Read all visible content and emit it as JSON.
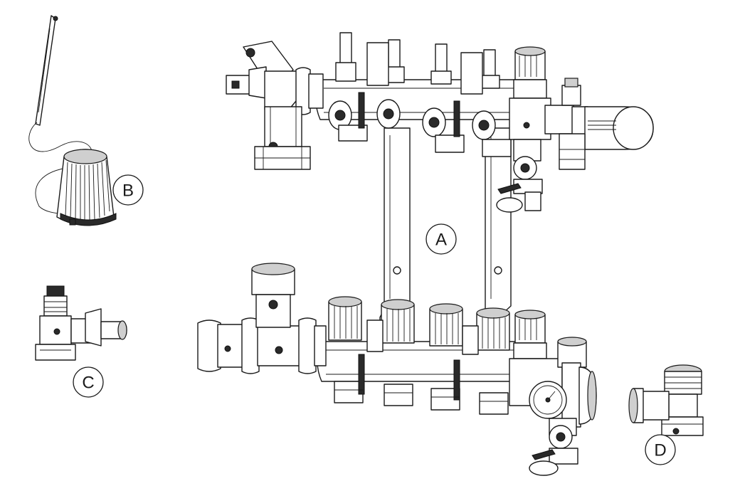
{
  "callouts": {
    "A": "A",
    "B": "B",
    "C": "C",
    "D": "D"
  },
  "colors": {
    "line": "#1a1a1a",
    "fill": "#ffffff",
    "shade": "#cfcfcf"
  }
}
